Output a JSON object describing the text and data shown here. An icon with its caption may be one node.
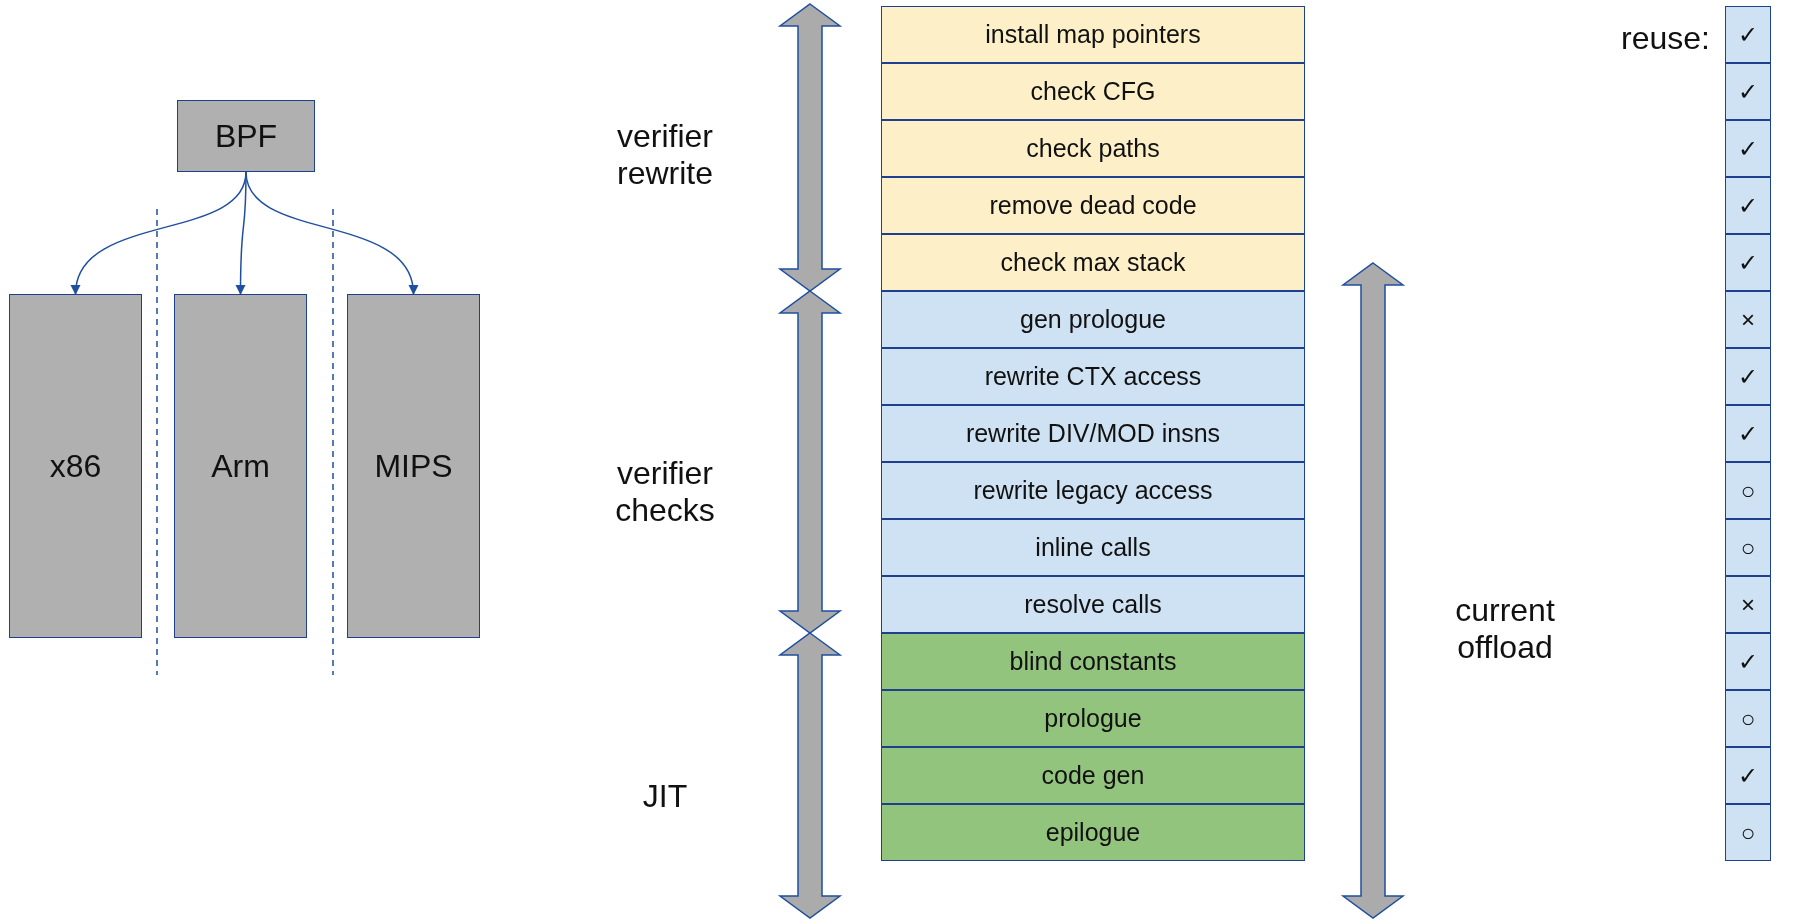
{
  "diagram": {
    "nodes": [
      {
        "text": [
          "BPF"
        ]
      },
      {
        "text": [
          "x86"
        ]
      },
      {
        "text": [
          "Arm"
        ]
      },
      {
        "text": [
          "MIPS"
        ]
      },
      {
        "text": [
          "install map pointers"
        ]
      },
      {
        "text": [
          "check CFG"
        ]
      },
      {
        "text": [
          "check paths"
        ]
      },
      {
        "text": [
          "remove dead code"
        ]
      },
      {
        "text": [
          "check max stack"
        ]
      },
      {
        "text": [
          "gen prologue"
        ]
      },
      {
        "text": [
          "rewrite CTX access"
        ]
      },
      {
        "text": [
          "rewrite DIV/MOD insns"
        ]
      },
      {
        "text": [
          "rewrite legacy access"
        ]
      },
      {
        "text": [
          "inline calls"
        ]
      },
      {
        "text": [
          "resolve calls"
        ]
      },
      {
        "text": [
          "blind constants"
        ]
      },
      {
        "text": [
          "prologue"
        ]
      },
      {
        "text": [
          "code gen"
        ]
      },
      {
        "text": [
          "epilogue"
        ]
      },
      {
        "text": [
          "✓"
        ]
      },
      {
        "text": [
          "✓"
        ]
      },
      {
        "text": [
          "✓"
        ]
      },
      {
        "text": [
          "✓"
        ]
      },
      {
        "text": [
          "✓"
        ]
      },
      {
        "text": [
          "×"
        ]
      },
      {
        "text": [
          "✓"
        ]
      },
      {
        "text": [
          "✓"
        ]
      },
      {
        "text": [
          "○"
        ]
      },
      {
        "text": [
          "○"
        ]
      },
      {
        "text": [
          "×"
        ]
      },
      {
        "text": [
          "✓"
        ]
      },
      {
        "text": [
          "○"
        ]
      },
      {
        "text": [
          "✓"
        ]
      },
      {
        "text": [
          "○"
        ]
      }
    ],
    "edges": [
      {
        "from": 0,
        "to": 1,
        "arrow": "to"
      },
      {
        "from": 0,
        "to": 2,
        "arrow": "to"
      },
      {
        "from": 0,
        "to": 3,
        "arrow": "to"
      }
    ],
    "labels": [
      "verifier rewrite",
      "verifier checks",
      "JIT",
      "current offload",
      "reuse:"
    ]
  }
}
